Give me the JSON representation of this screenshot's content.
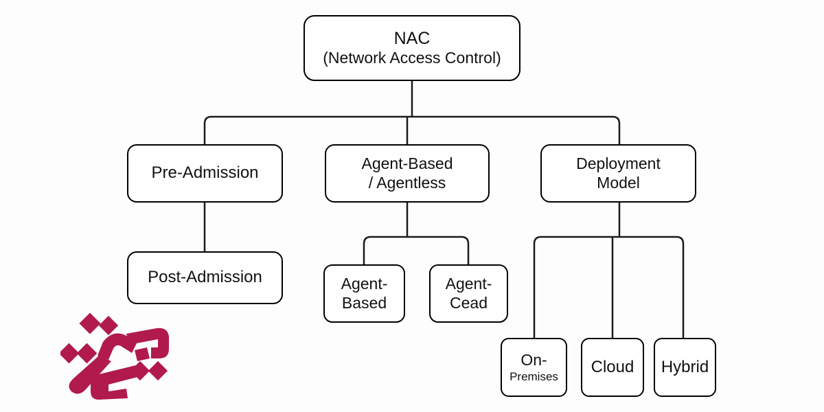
{
  "diagram": {
    "title": "NAC (Network Access Control) taxonomy tree",
    "background_color": "#fdfdfd",
    "node_border_color": "#000000",
    "node_fill_color": "#ffffff",
    "connector_color": "#1a1a1a",
    "brand_color": "#b01a4c"
  },
  "nodes": {
    "nac": {
      "line1": "NAC",
      "line2": "(Network Access Control)"
    },
    "pre_admission": {
      "line1": "Pre-Admission"
    },
    "agent_agentless": {
      "line1": "Agent-Based",
      "line2": "/ Agentless"
    },
    "deployment_model": {
      "line1": "Deployment",
      "line2": "Model"
    },
    "post_admission": {
      "line1": "Post-Admission"
    },
    "agent_based": {
      "line1": "Agent-",
      "line2": "Based"
    },
    "agent_cead": {
      "line1": "Agent-",
      "line2": "Cead"
    },
    "on_premises": {
      "line1": "On-",
      "line2": "Premises"
    },
    "cloud": {
      "line1": "Cloud"
    },
    "hybrid": {
      "line1": "Hybrid"
    }
  },
  "logo": {
    "name": "persian-calligraphy-logo",
    "color": "#b01a4c"
  }
}
